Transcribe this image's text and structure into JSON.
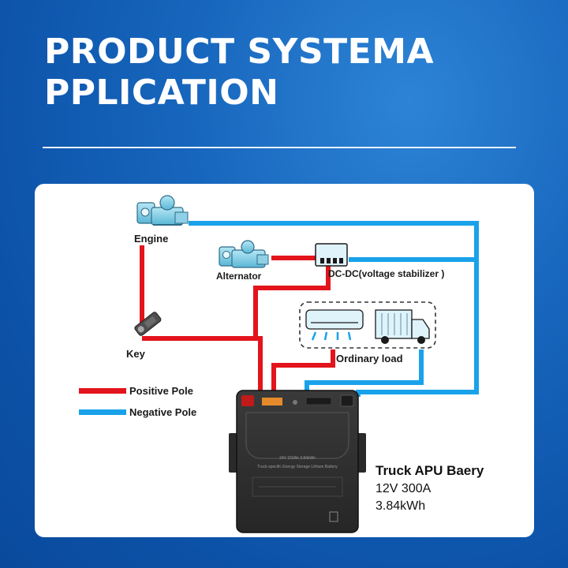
{
  "title": {
    "line1": "PRODUCT SYSTEMA",
    "line2": "PPLICATION"
  },
  "diagram": {
    "labels": {
      "engine": "Engine",
      "alternator": "Alternator",
      "dcdc": "DC-DC(voltage stabilizer )",
      "key": "Key",
      "ordinary_load": "Ordinary load"
    },
    "legend": {
      "positive": "Positive Pole",
      "negative": "Negative Pole"
    },
    "colors": {
      "positive": "#e3141b",
      "negative": "#19a2ea",
      "title_text": "#ffffff",
      "background": "#1766bd"
    },
    "battery_label_text": "Truck-specific Energy Storage Lithium Battery",
    "battery_spec_small": "24V 150Ah 3.84kWh"
  },
  "battery": {
    "name": "Truck APU Baery",
    "voltage_current": "12V 300A",
    "capacity": "3.84kWh"
  }
}
